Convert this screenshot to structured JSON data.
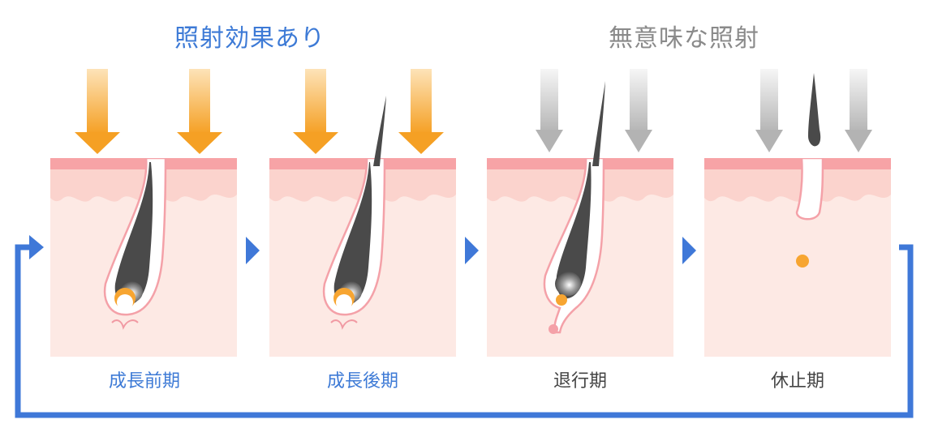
{
  "headers": {
    "effective": "照射効果あり",
    "meaningless": "無意味な照射"
  },
  "phases": [
    {
      "label": "成長前期",
      "irradiation": "effective"
    },
    {
      "label": "成長後期",
      "irradiation": "effective"
    },
    {
      "label": "退行期",
      "irradiation": "meaningless"
    },
    {
      "label": "休止期",
      "irradiation": "meaningless"
    }
  ],
  "colors": {
    "effective_text": "#3d7ad6",
    "meaningless_text": "#8a8a8a",
    "phase_label_effective": "#3d7ad6",
    "phase_label_meaningless": "#444444",
    "cycle_arrow": "#3f78d8",
    "skin_top": "#f7a3a6",
    "skin_band": "#fbd3cd",
    "skin_body": "#fde9e4",
    "follicle_outline": "#f4a1a8",
    "hair": "#4a4a4a",
    "bulb_orange": "#f7a531",
    "light_arrow_orange_top": "#fde3b8",
    "light_arrow_orange_bottom": "#f5a024",
    "light_arrow_gray_top": "#f4f4f4",
    "light_arrow_gray_bottom": "#b5b5b5"
  },
  "icons": {
    "light_beam": "down-arrow-icon",
    "cycle": "cycle-arrow-icon",
    "step": "play-triangle-icon"
  }
}
